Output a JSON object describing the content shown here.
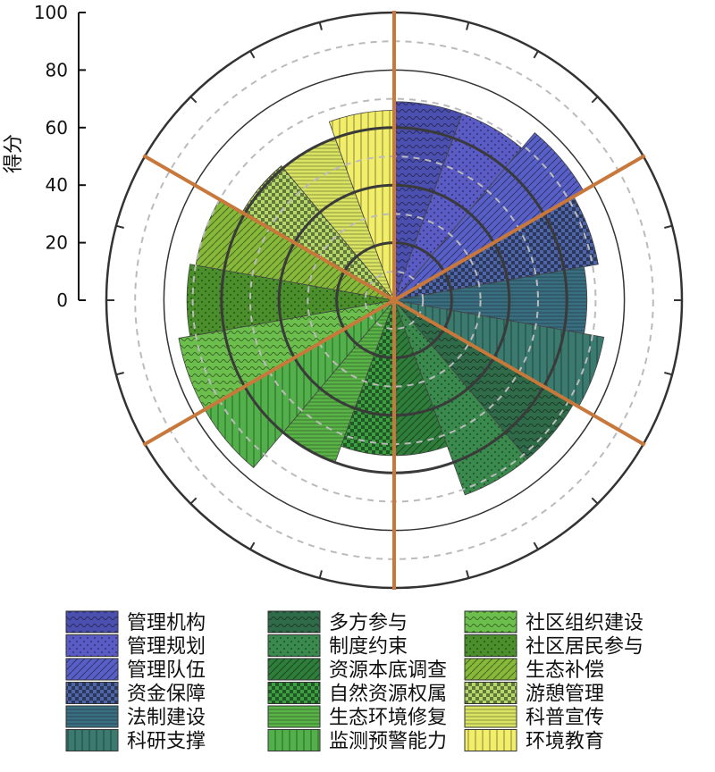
{
  "chart_data": {
    "type": "polar-bar",
    "ylabel": "得分",
    "ylim": [
      0,
      100
    ],
    "yticks": [
      0,
      20,
      40,
      60,
      80,
      100
    ],
    "categories": [
      "管理机构",
      "管理规划",
      "管理队伍",
      "资金保障",
      "法制建设",
      "科研支撑",
      "多方参与",
      "制度约束",
      "资源本底调查",
      "自然资源权属",
      "生态环境修复",
      "监测预警能力",
      "社区组织建设",
      "社区居民参与",
      "生态补偿",
      "游憩管理",
      "科普宣传",
      "环境教育"
    ],
    "values": [
      69,
      69,
      76,
      72,
      67,
      74,
      72,
      72,
      54,
      54,
      60,
      76,
      76,
      72,
      70,
      61,
      60,
      66
    ],
    "colors": [
      "#4b4fae",
      "#5b5bc6",
      "#5860c8",
      "#4e66a8",
      "#3a6f82",
      "#3b7a6e",
      "#2f6a49",
      "#3b8a4d",
      "#2e7d3a",
      "#3c9f42",
      "#59b347",
      "#52b04a",
      "#6cbf4c",
      "#4a8f2c",
      "#86b83a",
      "#b5d86a",
      "#d9e463",
      "#f2ee6a"
    ],
    "dimension_boundaries_count": 6,
    "grid": true,
    "legend_position": "bottom"
  }
}
